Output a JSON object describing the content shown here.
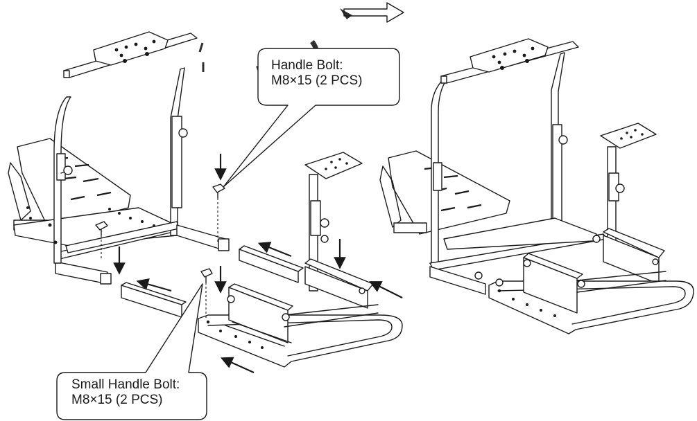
{
  "figure": {
    "step_arrow_icon": "hollow-right-arrow",
    "left_assembly": "exploded-stand-frame",
    "right_assembly": "assembled-stand-frame"
  },
  "callouts": {
    "handle_bolt": {
      "label": "Handle Bolt:",
      "spec": "M8×15 (2 PCS)"
    },
    "small_handle_bolt": {
      "label": "Small Handle Bolt:",
      "spec": "M8×15 (2 PCS)"
    }
  },
  "colors": {
    "ink": "#1a1a1a",
    "paper": "#ffffff"
  }
}
